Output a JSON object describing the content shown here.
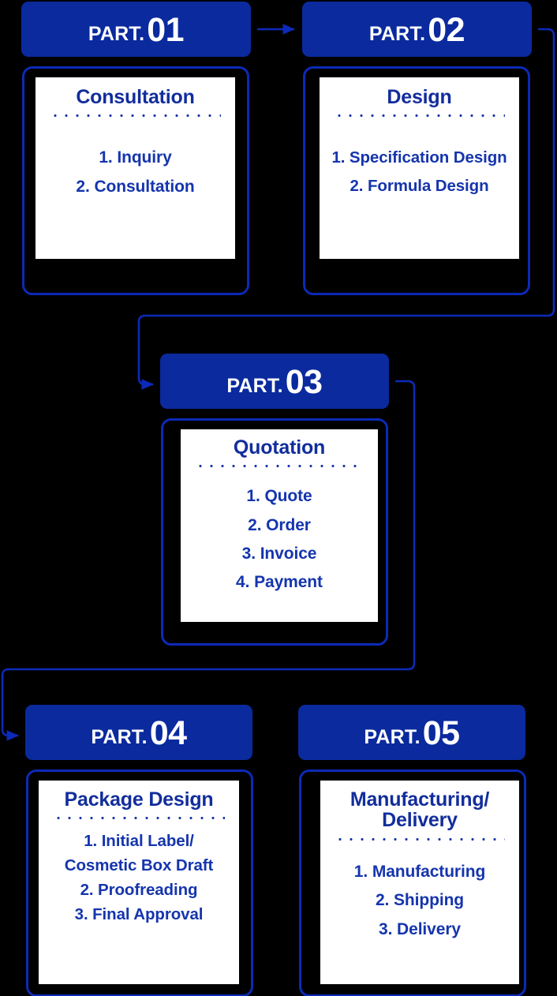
{
  "colors": {
    "background": "#000000",
    "header_blue": "#0a2a9e",
    "border_blue": "#0c2ab8",
    "panel_white": "#ffffff",
    "title_blue": "#122d9c",
    "list_blue": "#1535ad",
    "connector_blue": "#0c2ab8"
  },
  "labels": {
    "part_prefix": "PART."
  },
  "steps": [
    {
      "number": "01",
      "title": "Consultation",
      "items": [
        "1. Inquiry",
        "2. Consultation"
      ]
    },
    {
      "number": "02",
      "title": "Design",
      "items": [
        "1. Specification Design",
        "2. Formula Design"
      ]
    },
    {
      "number": "03",
      "title": "Quotation",
      "items": [
        "1. Quote",
        "2. Order",
        "3. Invoice",
        "4. Payment"
      ]
    },
    {
      "number": "04",
      "title": "Package Design",
      "items": [
        "1. Initial Label/\nCosmetic Box Draft",
        "2. Proofreading",
        "3. Final Approval"
      ]
    },
    {
      "number": "05",
      "title": "Manufacturing/ Delivery",
      "items": [
        "1. Manufacturing",
        "2. Shipping",
        "3. Delivery"
      ]
    }
  ],
  "connectors": [
    {
      "name": "arrow-step1-to-step2",
      "from": "01",
      "to": "02"
    },
    {
      "name": "arrow-step2-to-step3",
      "from": "02",
      "to": "03"
    },
    {
      "name": "arrow-step3-to-step4",
      "from": "03",
      "to": "04"
    }
  ]
}
